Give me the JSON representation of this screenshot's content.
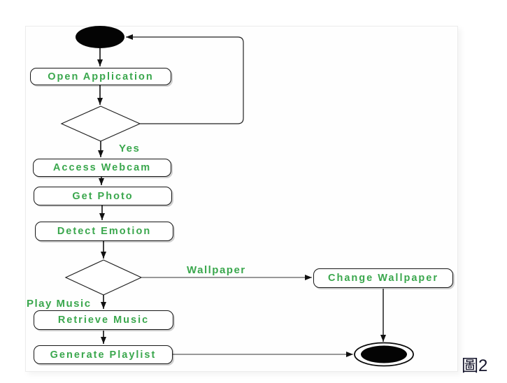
{
  "figure": {
    "caption": "圖2"
  },
  "diagram": {
    "type": "uml-activity-flowchart",
    "accent_color": "#3aa74d",
    "line_color": "#1a1a1a",
    "node_border_color": "#161616",
    "actions": {
      "open_application": "Open Application",
      "access_webcam": "Access Webcam",
      "get_photo": "Get Photo",
      "detect_emotion": "Detect Emotion",
      "retrieve_music": "Retrieve Music",
      "generate_playlist": "Generate Playlist",
      "change_wallpaper": "Change Wallpaper"
    },
    "edge_labels": {
      "yes": "Yes",
      "wallpaper": "Wallpaper",
      "play_music": "Play Music"
    },
    "flow": [
      {
        "from": "start",
        "to": "open_application",
        "label": ""
      },
      {
        "from": "open_application",
        "to": "decision_1",
        "label": ""
      },
      {
        "from": "decision_1",
        "to": "access_webcam",
        "label": "Yes"
      },
      {
        "from": "decision_1",
        "to": "start",
        "label": ""
      },
      {
        "from": "access_webcam",
        "to": "get_photo",
        "label": ""
      },
      {
        "from": "get_photo",
        "to": "detect_emotion",
        "label": ""
      },
      {
        "from": "detect_emotion",
        "to": "decision_2",
        "label": ""
      },
      {
        "from": "decision_2",
        "to": "change_wallpaper",
        "label": "Wallpaper"
      },
      {
        "from": "decision_2",
        "to": "retrieve_music",
        "label": "Play Music"
      },
      {
        "from": "retrieve_music",
        "to": "generate_playlist",
        "label": ""
      },
      {
        "from": "generate_playlist",
        "to": "end",
        "label": ""
      },
      {
        "from": "change_wallpaper",
        "to": "end",
        "label": ""
      }
    ]
  }
}
